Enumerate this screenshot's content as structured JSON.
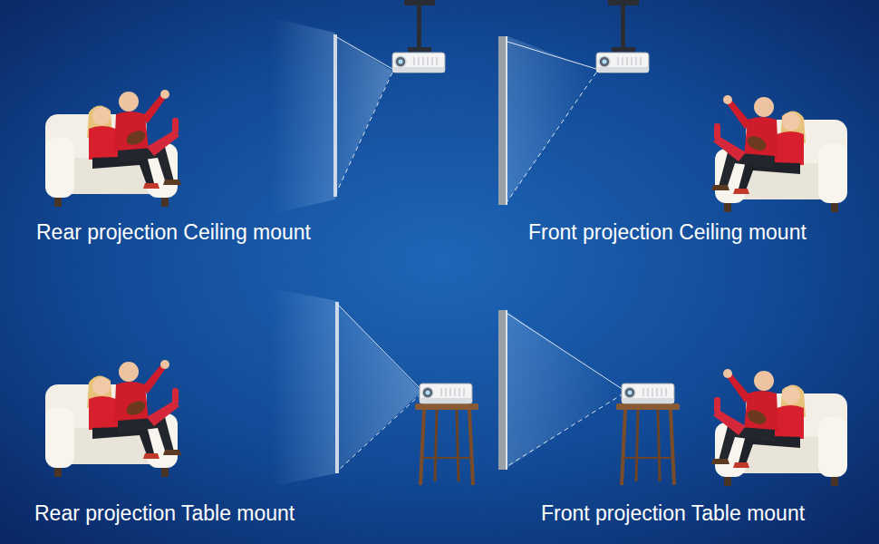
{
  "diagram": {
    "labels": [
      "Rear projection Ceiling mount",
      "Front projection Ceiling mount",
      "Rear projection Table mount",
      "Front projection Table mount"
    ]
  }
}
